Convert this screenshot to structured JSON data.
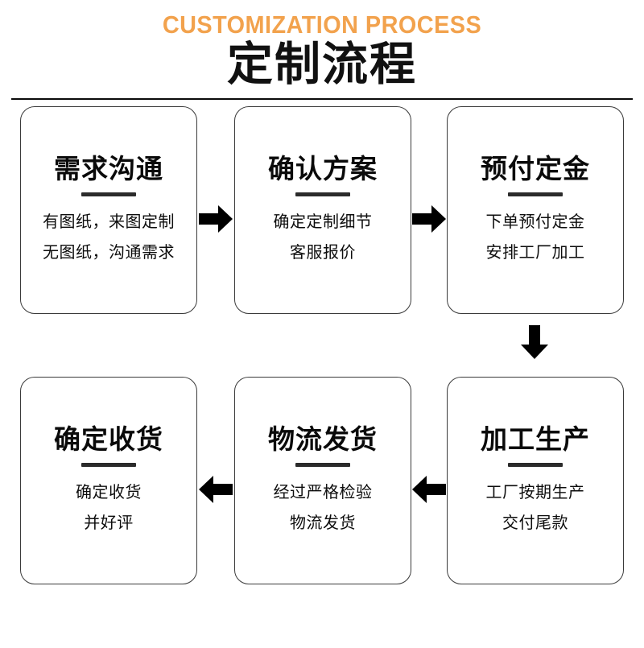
{
  "header": {
    "english_title": "CUSTOMIZATION PROCESS",
    "chinese_title": "定制流程",
    "accent_color": "#F2A24D",
    "text_color": "#111111"
  },
  "flow": {
    "steps": [
      {
        "id": "step-1",
        "title": "需求沟通",
        "lines": [
          "有图纸，来图定制",
          "无图纸，沟通需求"
        ]
      },
      {
        "id": "step-2",
        "title": "确认方案",
        "lines": [
          "确定定制细节",
          "客服报价"
        ]
      },
      {
        "id": "step-3",
        "title": "预付定金",
        "lines": [
          "下单预付定金",
          "安排工厂加工"
        ]
      },
      {
        "id": "step-4",
        "title": "加工生产",
        "lines": [
          "工厂按期生产",
          "交付尾款"
        ]
      },
      {
        "id": "step-5",
        "title": "物流发货",
        "lines": [
          "经过严格检验",
          "物流发货"
        ]
      },
      {
        "id": "step-6",
        "title": "确定收货",
        "lines": [
          "确定收货",
          "并好评"
        ]
      }
    ],
    "connectors": [
      {
        "id": "connector-1",
        "icon": "arrow-right-icon",
        "direction": "right",
        "from": "step-1",
        "to": "step-2"
      },
      {
        "id": "connector-2",
        "icon": "arrow-right-icon",
        "direction": "right",
        "from": "step-2",
        "to": "step-3"
      },
      {
        "id": "connector-3",
        "icon": "arrow-down-icon",
        "direction": "down",
        "from": "step-3",
        "to": "step-4"
      },
      {
        "id": "connector-4",
        "icon": "arrow-left-icon",
        "direction": "left",
        "from": "step-4",
        "to": "step-5"
      },
      {
        "id": "connector-5",
        "icon": "arrow-left-icon",
        "direction": "left",
        "from": "step-5",
        "to": "step-6"
      }
    ],
    "arrow_color": "#000000",
    "card_border_color": "#3a3a3a",
    "divider_color": "#2b2b2b"
  }
}
